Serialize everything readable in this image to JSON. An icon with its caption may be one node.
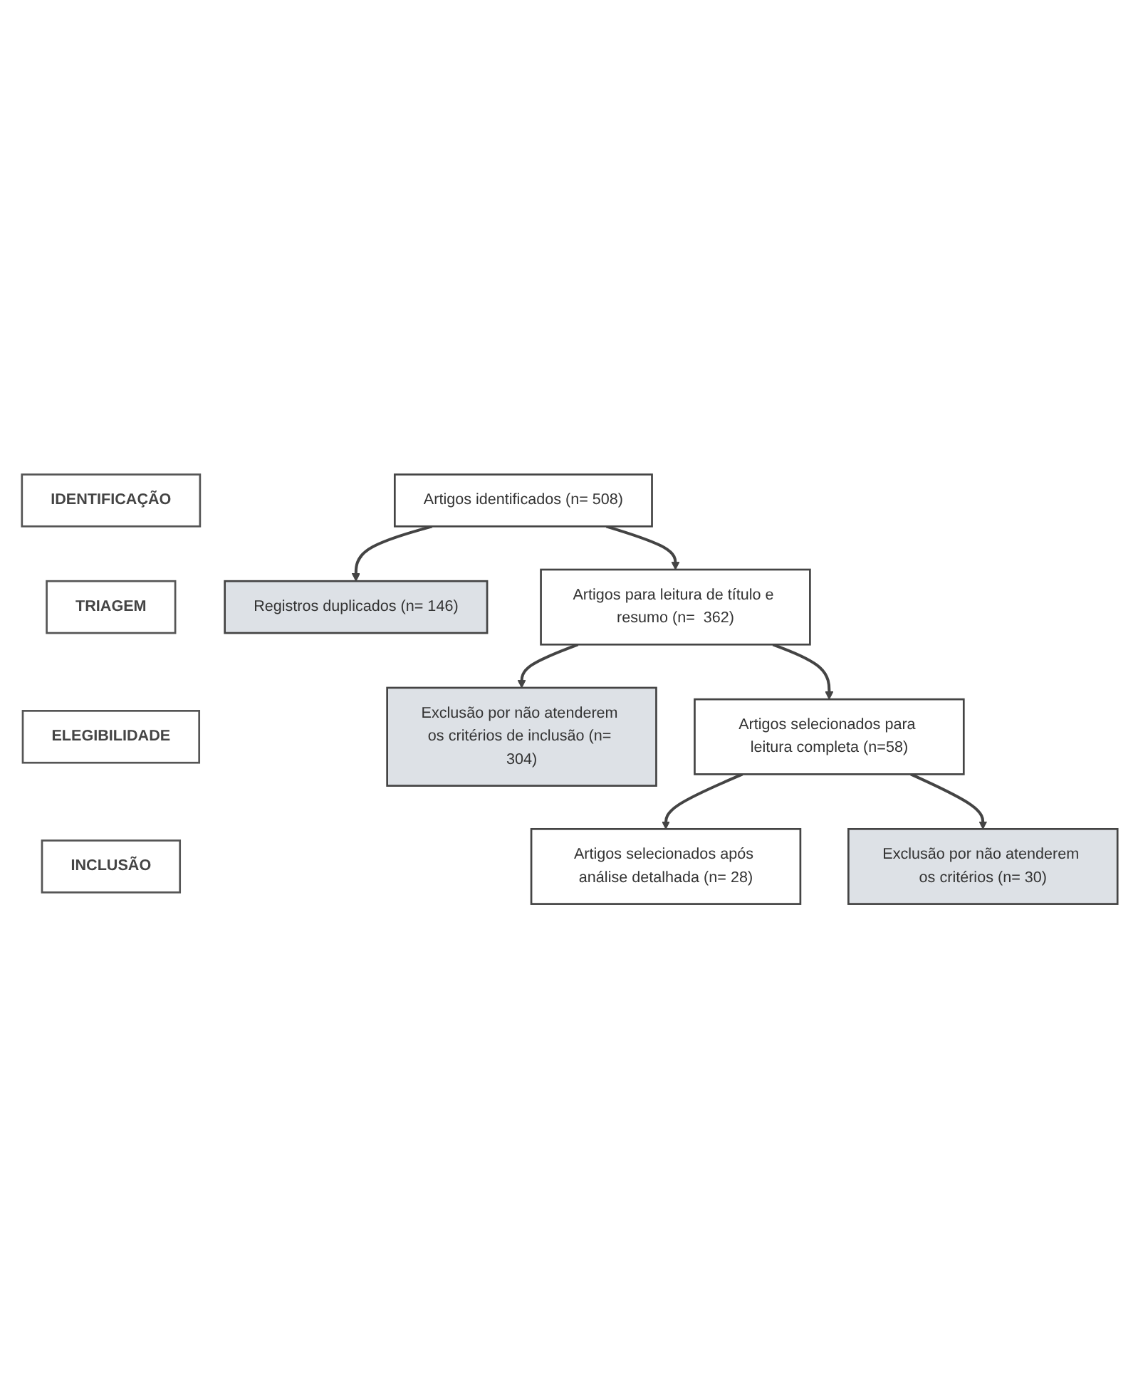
{
  "diagram": {
    "nodes": [
      {
        "text": [
          "IDENTIFICAÇÃO"
        ]
      },
      {
        "text": [
          "TRIAGEM"
        ]
      },
      {
        "text": [
          "ELEGIBILIDADE"
        ]
      },
      {
        "text": [
          "INCLUSÃO"
        ]
      },
      {
        "text": [
          "Artigos identificados (n= 508)"
        ]
      },
      {
        "text": [
          "Registros duplicados (n= 146)"
        ]
      },
      {
        "text": [
          "Artigos para leitura de título e resumo (n=  362)"
        ]
      },
      {
        "text": [
          "Exclusão por não atenderem os critérios de inclusão (n= 304)"
        ]
      },
      {
        "text": [
          "Artigos selecionados para leitura completa (n=58)"
        ]
      },
      {
        "text": [
          "Exclusão por não atenderem os critérios (n= 30)"
        ]
      },
      {
        "text": [
          "Artigos selecionados após análise detalhada (n= 28)"
        ]
      }
    ],
    "edges": [
      {
        "from": 4,
        "to": 6,
        "arrow": "to"
      },
      {
        "from": 4,
        "to": 5,
        "arrow": "to"
      },
      {
        "from": 6,
        "to": 8,
        "arrow": "to"
      },
      {
        "from": 6,
        "to": 7,
        "arrow": "to"
      },
      {
        "from": 8,
        "to": 10,
        "arrow": "to"
      },
      {
        "from": 8,
        "to": 9,
        "arrow": "to"
      }
    ]
  }
}
